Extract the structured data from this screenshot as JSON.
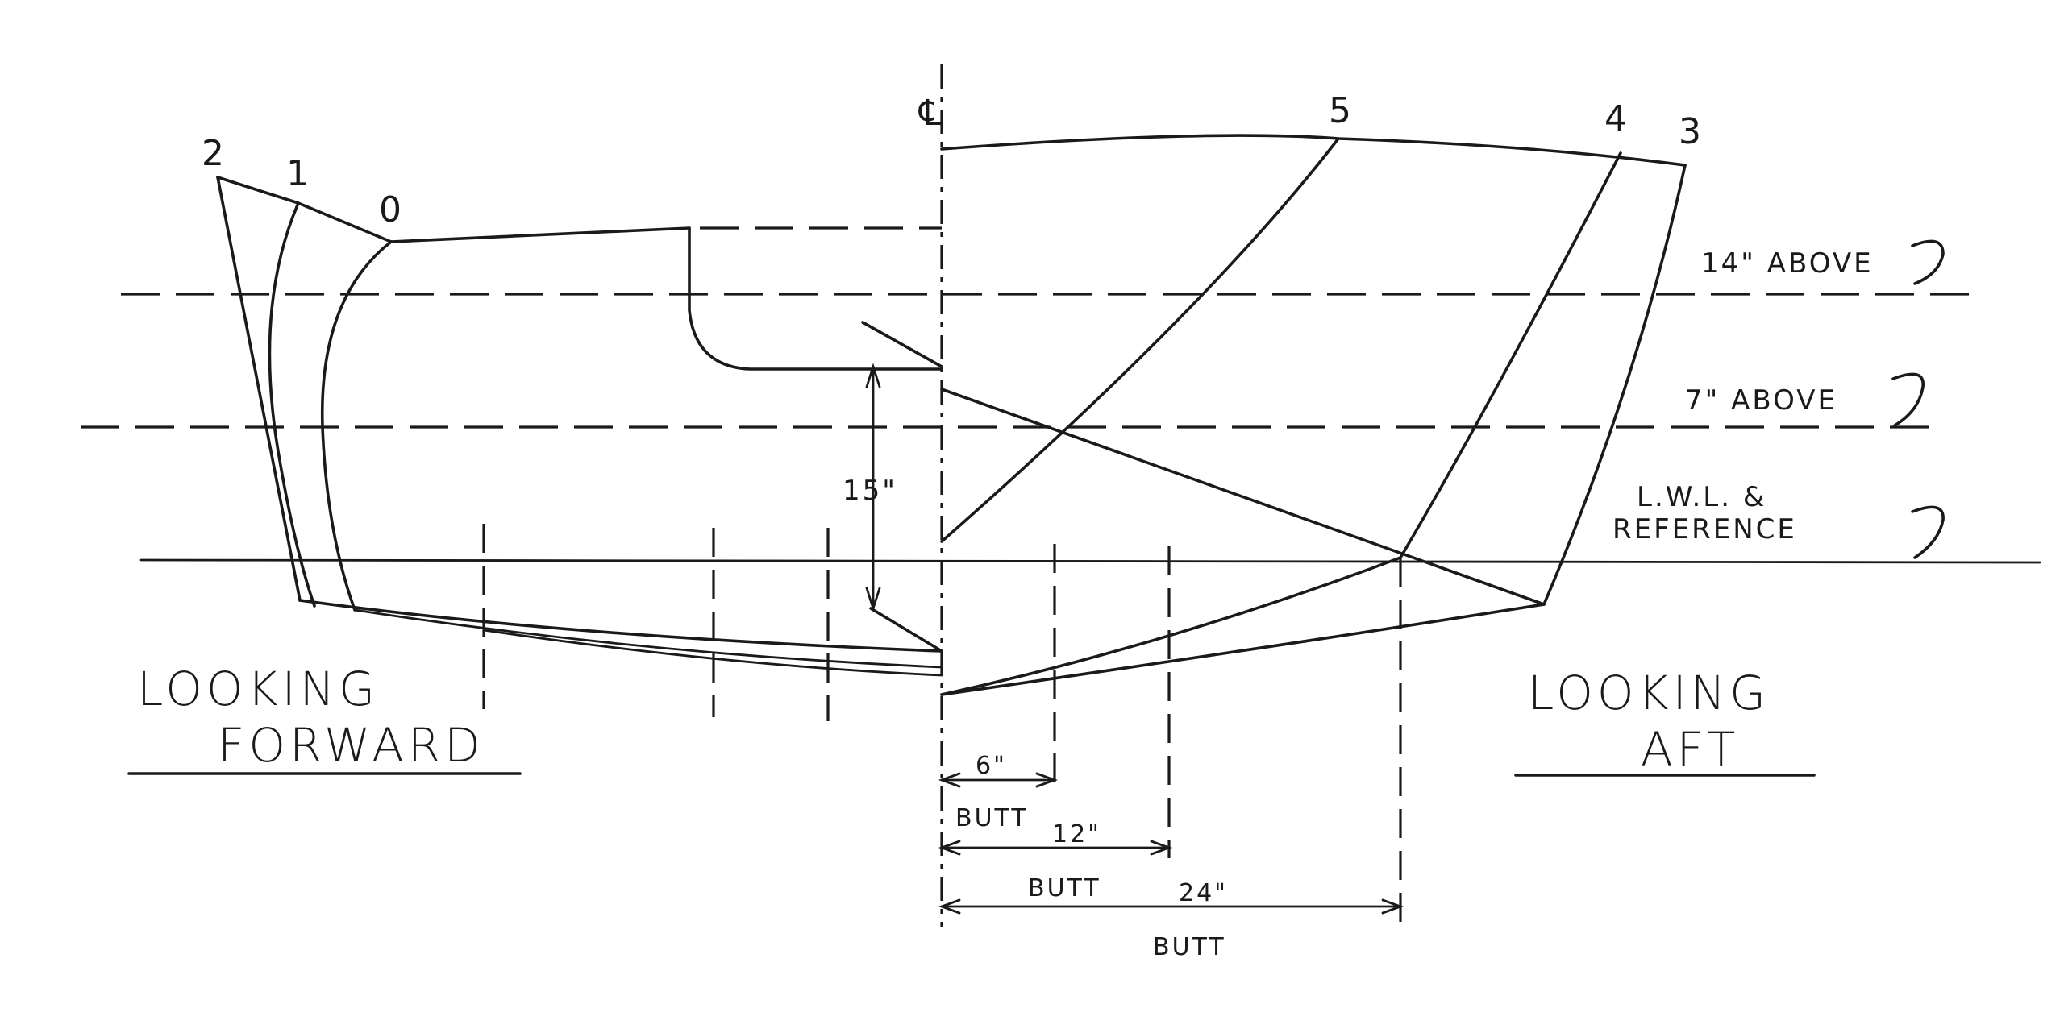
{
  "stations": {
    "forward": [
      "2",
      "1",
      "0"
    ],
    "aft": [
      "5",
      "4",
      "3"
    ]
  },
  "centerline_symbol": "℄",
  "waterlines": {
    "wl14": "14\" ABOVE",
    "wl7": "7\" ABOVE",
    "lwl_line1": "L.W.L. &",
    "lwl_line2": "REFERENCE"
  },
  "dimension_15": "15\"",
  "views": {
    "forward_line1": "LOOKING",
    "forward_line2": "FORWARD",
    "aft_line1": "LOOKING",
    "aft_line2": "AFT"
  },
  "butts": {
    "b6_value": "6\"",
    "b6_label": "BUTT",
    "b12_value": "12\"",
    "b12_label": "BUTT",
    "b24_value": "24\"",
    "b24_label": "BUTT"
  }
}
